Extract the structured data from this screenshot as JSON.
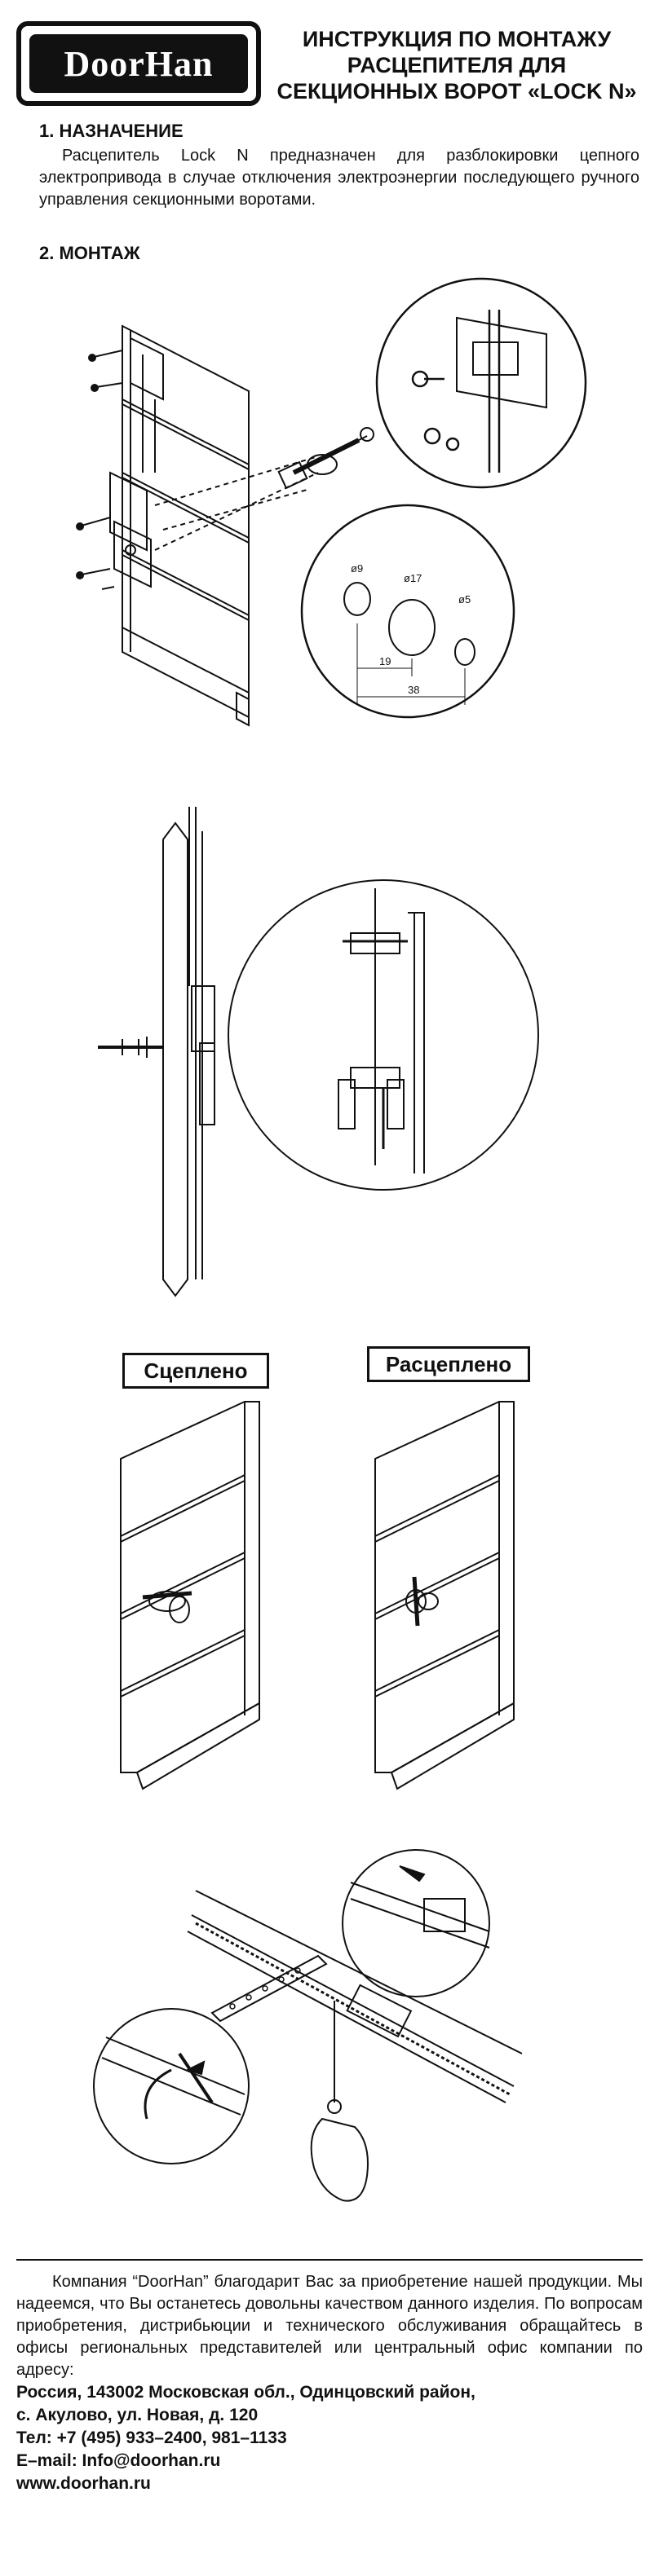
{
  "header": {
    "logo_text": "DoorHan",
    "title_lines": [
      "ИНСТРУКЦИЯ ПО МОНТАЖУ",
      "РАСЦЕПИТЕЛЯ ДЛЯ",
      "СЕКЦИОННЫХ ВОРОТ «LOCK N»"
    ]
  },
  "section1": {
    "heading": "1. НАЗНАЧЕНИЕ",
    "text": "Расцепитель Lock N предназначен для разблокировки цепного электропривода в случае отключения электроэнергии последующего ручного управления секционными воротами."
  },
  "section2": {
    "heading": "2. МОНТАЖ"
  },
  "drawing": {
    "dims": [
      "ø9",
      "ø17",
      "ø5",
      "19",
      "38"
    ]
  },
  "states": {
    "coupled": "Сцеплено",
    "decoupled": "Расцеплено"
  },
  "footer": {
    "text": "Компания “DoorHan” благодарит Вас за приобретение нашей продукции. Мы надеемся, что Вы останетесь довольны качеством данного изделия. По вопросам приобретения, дистрибьюции и технического обслуживания обращайтесь в офисы региональных представителей или центральный офис компании по адресу:",
    "address_line1": "Россия, 143002 Московская обл., Одинцовский район,",
    "address_line2": "с. Акулово, ул. Новая, д. 120",
    "phone": "Тел: +7 (495) 933–2400, 981–1133",
    "email": "E–mail: Info@doorhan.ru",
    "website": "www.doorhan.ru"
  }
}
